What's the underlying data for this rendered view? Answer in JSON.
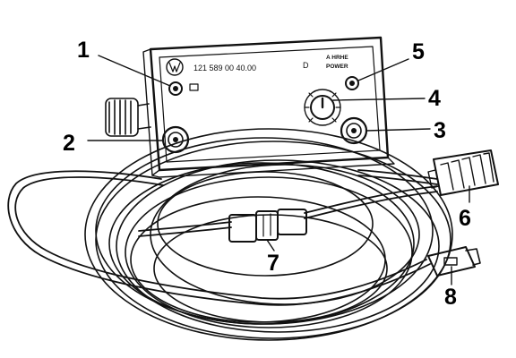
{
  "device": {
    "part_number": "121 589 00 40.00",
    "indicator_mark": "D",
    "brand_logo": "vw-style-roundel",
    "power_label": [
      "A HRHE",
      "POWER"
    ]
  },
  "callouts": [
    {
      "number": "1",
      "target": "indicator-lamp"
    },
    {
      "number": "2",
      "target": "left-socket"
    },
    {
      "number": "3",
      "target": "right-socket"
    },
    {
      "number": "4",
      "target": "rotary-knob"
    },
    {
      "number": "5",
      "target": "power-lamp"
    },
    {
      "number": "6",
      "target": "multi-pin-plug"
    },
    {
      "number": "7",
      "target": "inline-module"
    },
    {
      "number": "8",
      "target": "small-plug"
    }
  ],
  "colors": {
    "ink": "#111111",
    "paper": "#ffffff"
  }
}
